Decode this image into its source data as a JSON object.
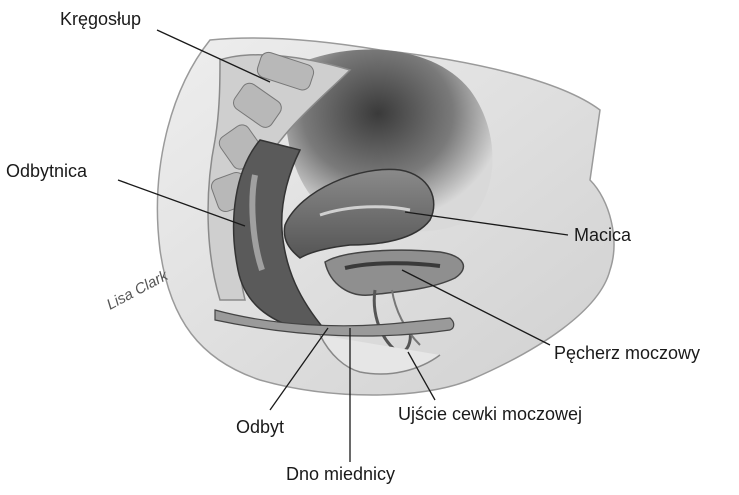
{
  "labels": {
    "spine": "Kręgosłup",
    "rectum": "Odbytnica",
    "uterus": "Macica",
    "bladder": "Pęcherz moczowy",
    "urethral_opening": "Ujście cewki moczowej",
    "anus": "Odbyt",
    "pelvic_floor": "Dno miednicy"
  },
  "signature": "Lisa Clark"
}
